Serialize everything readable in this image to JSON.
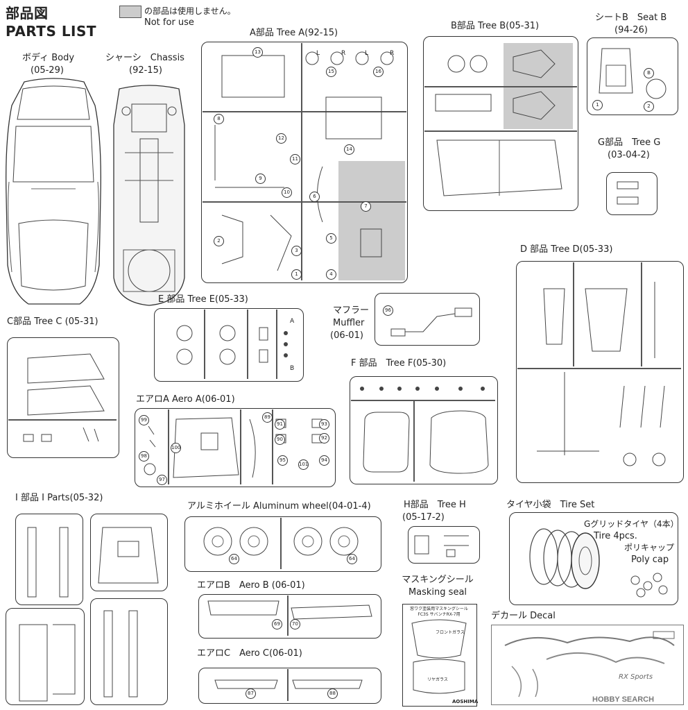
{
  "header": {
    "title_jp": "部品図",
    "title_en": "PARTS LIST"
  },
  "legend": {
    "jp": "の部品は使用しません。",
    "en": "Not for use"
  },
  "body": {
    "jp_label": "ボディ Body",
    "code": "(05-29)"
  },
  "chassis": {
    "label": "シャーシ　Chassis",
    "code": "(92-15)"
  },
  "tree_a": {
    "label": "A部品 Tree A(92-15)",
    "numbers": [
      "13",
      "15",
      "16",
      "8",
      "12",
      "11",
      "9",
      "10",
      "14",
      "6",
      "7",
      "2",
      "3",
      "5",
      "4",
      "1"
    ],
    "letters": [
      "L",
      "R",
      "L",
      "R"
    ]
  },
  "tree_b": {
    "label": "B部品 Tree B(05-31)"
  },
  "seat_b": {
    "label": "シートB　Seat B",
    "code": "(94-26)",
    "numbers": [
      "1",
      "2"
    ],
    "letter": "B"
  },
  "tree_g": {
    "label": "G部品　Tree G",
    "code": "(03-04-2)"
  },
  "tree_d": {
    "label": "D 部品 Tree D(05-33)"
  },
  "tree_c": {
    "label": "C部品 Tree C (05-31)"
  },
  "tree_e": {
    "label": "E 部品 Tree E(05-33)",
    "tags": [
      "A",
      "B"
    ]
  },
  "muffler": {
    "label_jp": "マフラー",
    "label_en": "Muffler",
    "code": "(06-01)",
    "number": "96"
  },
  "tree_f": {
    "label": "F 部品　Tree F(05-30)"
  },
  "aero_a": {
    "label": "エアロA Aero A(06-01)",
    "numbers": [
      "99",
      "100",
      "98",
      "97",
      "89",
      "91",
      "92",
      "93",
      "90",
      "95",
      "101",
      "94"
    ]
  },
  "i_parts": {
    "label": "I 部品 I Parts(05-32)"
  },
  "wheel": {
    "label": "アルミホイール Aluminum wheel(04-01-4)",
    "numbers": [
      "64",
      "64"
    ]
  },
  "tree_h": {
    "label": "H部品　Tree H",
    "code": "(05-17-2)"
  },
  "tire": {
    "label": "タイヤ小袋　Tire Set",
    "tire_jp": "Gグリッドタイヤ（4本）",
    "tire_en": "Tire 4pcs.",
    "poly_jp": "ポリキャップ",
    "poly_en": "Poly cap"
  },
  "aero_b": {
    "label": "エアロB　Aero B (06-01)",
    "numbers": [
      "69",
      "70"
    ]
  },
  "masking": {
    "label_jp": "マスキングシール",
    "label_en": "Masking seal",
    "sheet_title_jp": "窓ワク塗装用マスキングシール",
    "sheet_title_en": "FC3S サバンナRX-7用",
    "front_jp": "フロントガラス",
    "rear_jp": "リヤガラス",
    "maker": "AOSHIMA"
  },
  "aero_c": {
    "label": "エアロC　Aero C(06-01)",
    "numbers": [
      "87",
      "88"
    ]
  },
  "decal": {
    "label": "デカール Decal",
    "script": "RX Sports"
  },
  "watermark": {
    "text": "HOBBY SEARCH"
  }
}
